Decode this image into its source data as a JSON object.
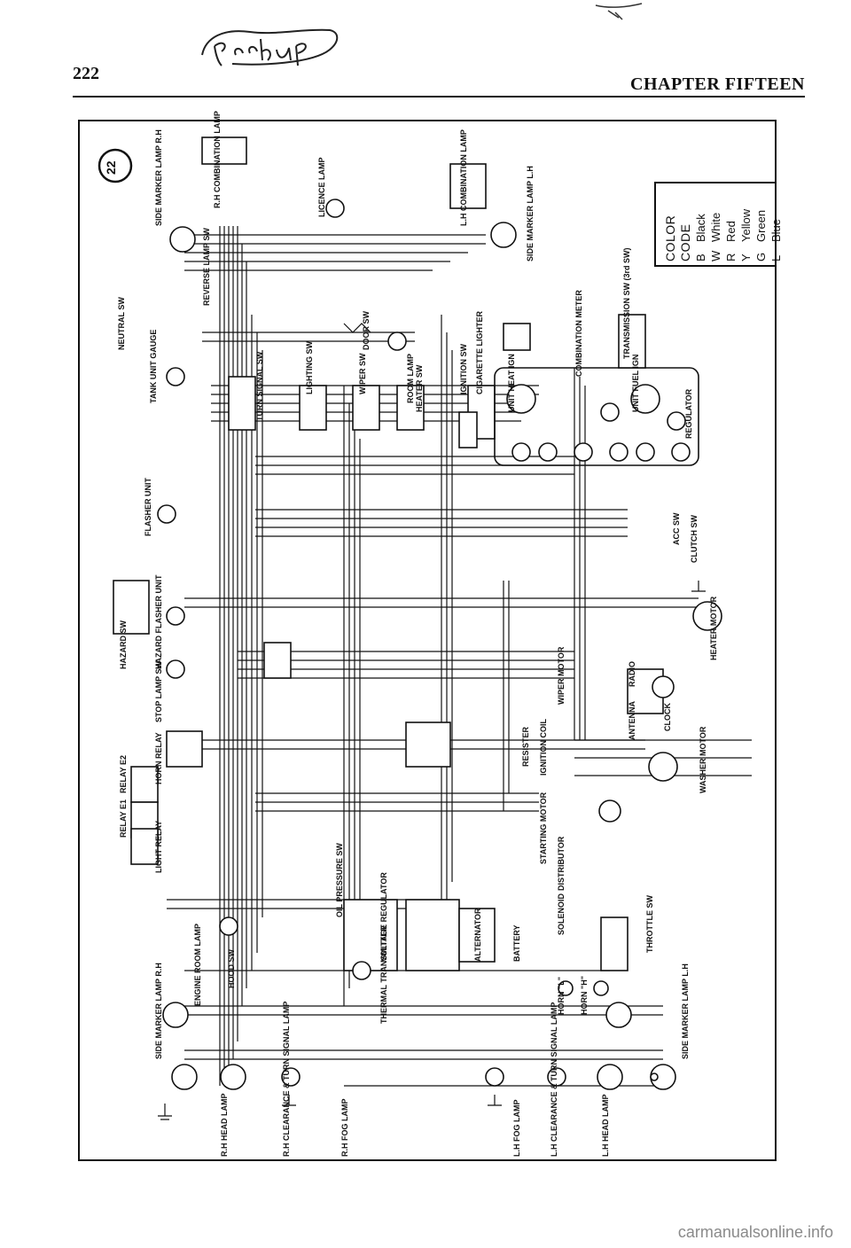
{
  "header": {
    "page_number": "222",
    "chapter_title": "CHAPTER FIFTEEN",
    "handwritten_note": "Pickup"
  },
  "diagram": {
    "figure_number": "22",
    "components": [
      "SIDE MARKER LAMP R.H",
      "R.H COMBINATION LAMP",
      "LICENCE LAMP",
      "L.H COMBINATION LAMP",
      "SIDE MARKER LAMP L.H",
      "REVERSE LAMP SW",
      "NEUTRAL SW",
      "DOOR SW",
      "TANK UNIT GAUGE",
      "ROOM LAMP",
      "TURN SIGNAL SW",
      "LIGHTING SW",
      "WIPER SW",
      "HEATER SW",
      "IGNITION SW",
      "CIGARETTE LIGHTER",
      "COMBINATION METER",
      "TRANSMISSION SW (3rd SW)",
      "FLASHER UNIT",
      "HAZARD SW",
      "HAZARD FLASHER UNIT",
      "STOP LAMP SW",
      "HORN RELAY",
      "RELAY E2",
      "RELAY E1",
      "LIGHT RELAY",
      "ACC SW",
      "CLUTCH SW",
      "HEATER MOTOR",
      "RADIO",
      "CLOCK",
      "ANTENNA",
      "WIPER MOTOR",
      "RESISTER",
      "IGNITION COIL",
      "WASHER MOTOR",
      "STARTING MOTOR",
      "DISTRIBUTOR",
      "SOLENOID",
      "THROTTLE SW",
      "OIL PRESSURE SW",
      "VOLTAGE REGULATOR",
      "ALTERNATOR",
      "BATTERY",
      "HORN \"L\"",
      "HORN \"H\"",
      "ENGINE ROOM LAMP",
      "HOOD SW",
      "THERMAL TRANSMITTER",
      "SIDE MARKER LAMP R.H",
      "SIDE MARKER LAMP L.H",
      "R.H HEAD LAMP",
      "R.H CLEARANCE & TURN SIGNAL LAMP",
      "R.H FOG LAMP",
      "L.H FOG LAMP",
      "L.H CLEARANCE & TURN SIGNAL LAMP",
      "L.H HEAD LAMP"
    ],
    "gauge_labels": [
      "UNIT HEAT IGN",
      "UNIT FUEL IGN",
      "REGULATOR"
    ],
    "color_code": {
      "title": "COLOR CODE",
      "entries": [
        {
          "code": "B",
          "name": "Black"
        },
        {
          "code": "W",
          "name": "White"
        },
        {
          "code": "R",
          "name": "Red"
        },
        {
          "code": "Y",
          "name": "Yellow"
        },
        {
          "code": "G",
          "name": "Green"
        },
        {
          "code": "L",
          "name": "Blue"
        }
      ]
    }
  },
  "watermark": "carmanualsonline.info"
}
